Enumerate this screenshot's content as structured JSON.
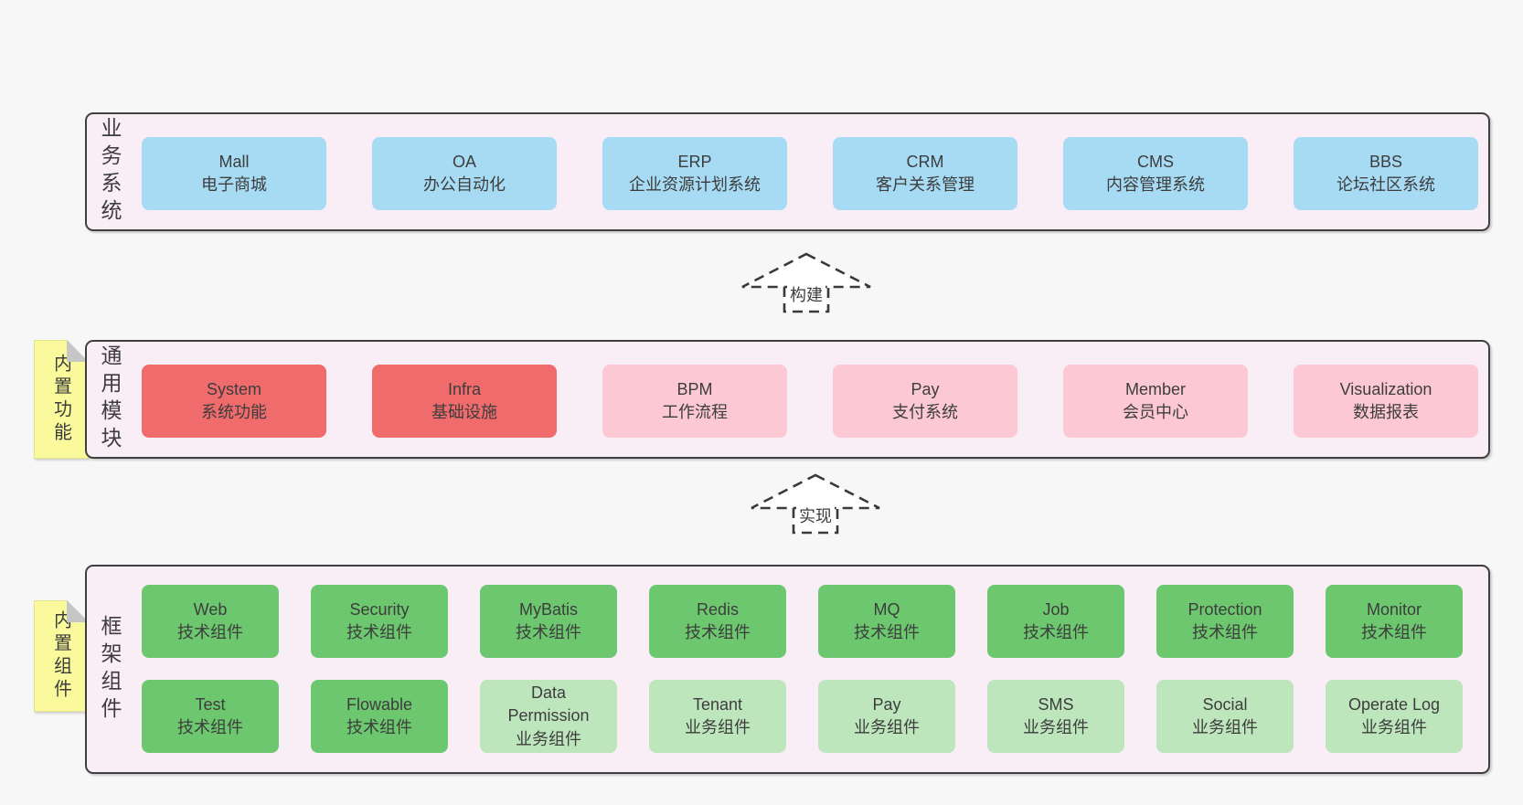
{
  "colors": {
    "page_bg": "#f7f7f7",
    "panel_bg": "#f9edf6",
    "panel_border": "#3f3f3f",
    "text": "#3d3d3d",
    "note_yellow": "#fafa9c",
    "blue": "#a7dbf4",
    "red": "#f06b6b",
    "pink": "#fbc8d3",
    "green": "#6cc76e",
    "lightgreen": "#bee6bd"
  },
  "arrows": {
    "build_label": "构建",
    "implement_label": "实现"
  },
  "panels": {
    "business": {
      "label": "业务系统",
      "boxes": [
        {
          "en": "Mall",
          "zh": "电子商城",
          "variant": "blue"
        },
        {
          "en": "OA",
          "zh": "办公自动化",
          "variant": "blue"
        },
        {
          "en": "ERP",
          "zh": "企业资源计划系统",
          "variant": "blue"
        },
        {
          "en": "CRM",
          "zh": "客户关系管理",
          "variant": "blue"
        },
        {
          "en": "CMS",
          "zh": "内容管理系统",
          "variant": "blue"
        },
        {
          "en": "BBS",
          "zh": "论坛社区系统",
          "variant": "blue"
        }
      ]
    },
    "modules": {
      "label": "通用模块",
      "note": "内置功能",
      "boxes": [
        {
          "en": "System",
          "zh": "系统功能",
          "variant": "red"
        },
        {
          "en": "Infra",
          "zh": "基础设施",
          "variant": "red"
        },
        {
          "en": "BPM",
          "zh": "工作流程",
          "variant": "pink"
        },
        {
          "en": "Pay",
          "zh": "支付系统",
          "variant": "pink"
        },
        {
          "en": "Member",
          "zh": "会员中心",
          "variant": "pink"
        },
        {
          "en": "Visualization",
          "zh": "数据报表",
          "variant": "pink"
        }
      ]
    },
    "components": {
      "label": "框架组件",
      "note": "内置组件",
      "row1": [
        {
          "en": "Web",
          "zh": "技术组件",
          "variant": "green"
        },
        {
          "en": "Security",
          "zh": "技术组件",
          "variant": "green"
        },
        {
          "en": "MyBatis",
          "zh": "技术组件",
          "variant": "green"
        },
        {
          "en": "Redis",
          "zh": "技术组件",
          "variant": "green"
        },
        {
          "en": "MQ",
          "zh": "技术组件",
          "variant": "green"
        },
        {
          "en": "Job",
          "zh": "技术组件",
          "variant": "green"
        },
        {
          "en": "Protection",
          "zh": "技术组件",
          "variant": "green"
        },
        {
          "en": "Monitor",
          "zh": "技术组件",
          "variant": "green"
        }
      ],
      "row2": [
        {
          "en": "Test",
          "zh": "技术组件",
          "variant": "green"
        },
        {
          "en": "Flowable",
          "zh": "技术组件",
          "variant": "green"
        },
        {
          "en": "Data Permission",
          "zh": "业务组件",
          "variant": "lightgreen"
        },
        {
          "en": "Tenant",
          "zh": "业务组件",
          "variant": "lightgreen"
        },
        {
          "en": "Pay",
          "zh": "业务组件",
          "variant": "lightgreen"
        },
        {
          "en": "SMS",
          "zh": "业务组件",
          "variant": "lightgreen"
        },
        {
          "en": "Social",
          "zh": "业务组件",
          "variant": "lightgreen"
        },
        {
          "en": "Operate Log",
          "zh": "业务组件",
          "variant": "lightgreen"
        }
      ]
    }
  }
}
